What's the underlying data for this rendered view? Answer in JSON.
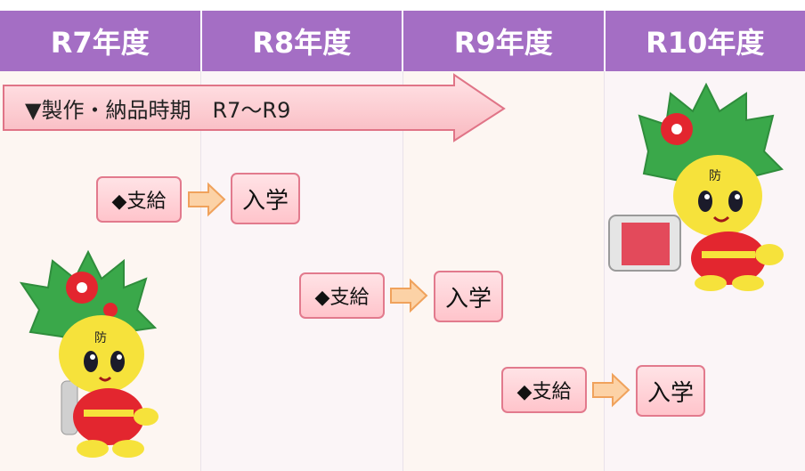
{
  "header": {
    "years": [
      "R7年度",
      "R8年度",
      "R9年度",
      "R10年度"
    ],
    "color": "#a46ec4"
  },
  "period_arrow": {
    "label": "▼製作・納品時期　R7〜R9",
    "color": "#fbc7cc"
  },
  "flows": [
    {
      "supply": "◆支給",
      "enroll": "入学"
    },
    {
      "supply": "◆支給",
      "enroll": "入学"
    },
    {
      "supply": "◆支給",
      "enroll": "入学"
    }
  ]
}
